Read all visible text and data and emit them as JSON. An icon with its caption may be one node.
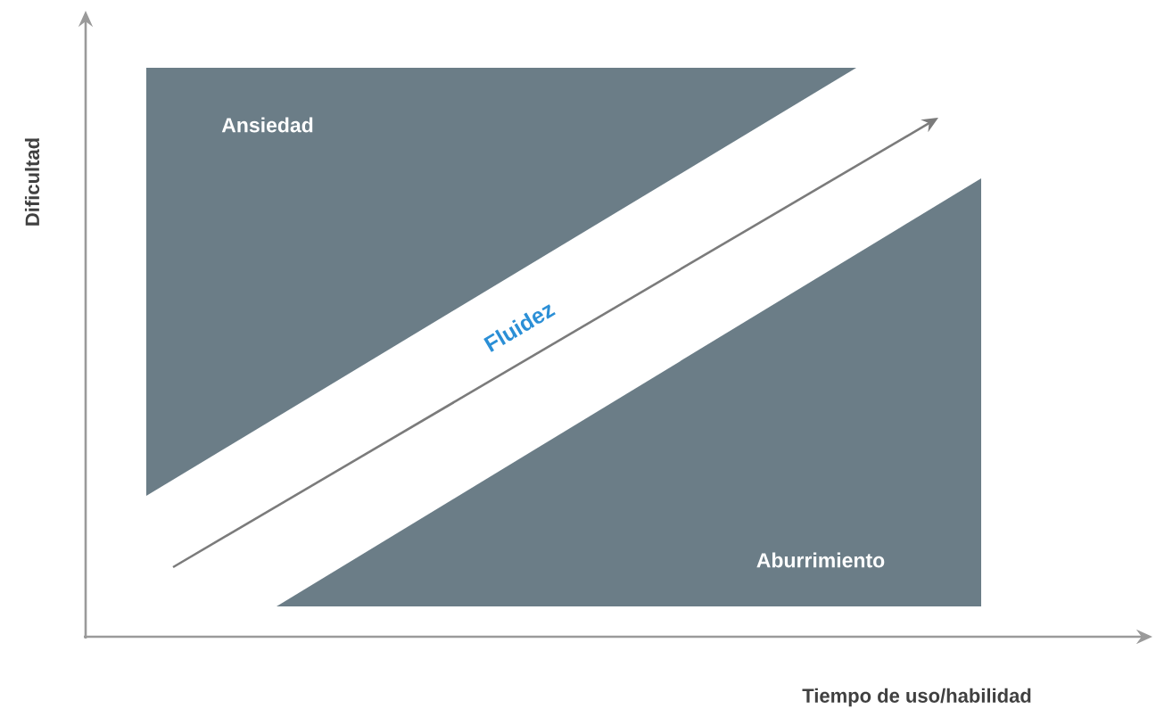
{
  "diagram": {
    "nodes": [
      {
        "text": [
          "Ansiedad"
        ]
      },
      {
        "text": [
          "Aburrimiento"
        ]
      }
    ],
    "edges": [],
    "labels": [
      "Fluidez",
      "Dificultad",
      "Tiempo de uso/habilidad"
    ]
  }
}
